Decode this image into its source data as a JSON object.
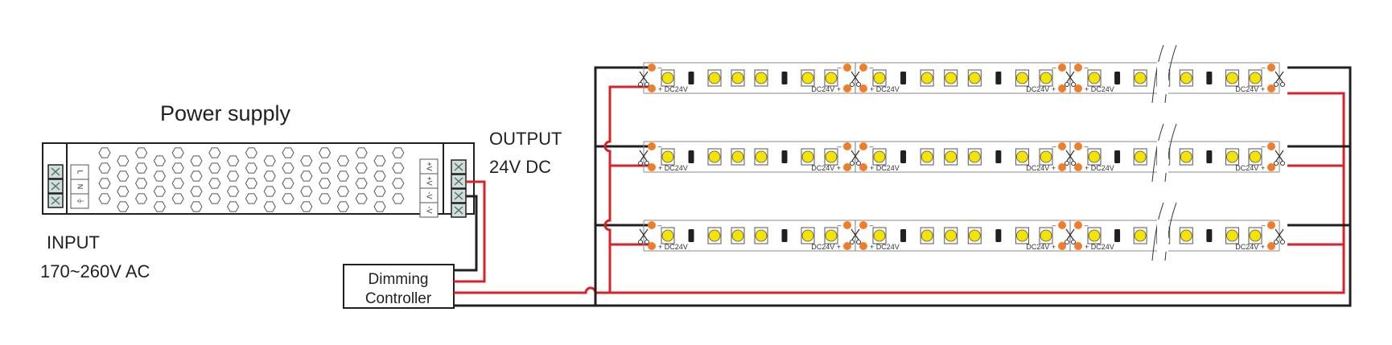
{
  "diagram": {
    "title": "LED strip dimming wiring diagram",
    "power_supply": {
      "title": "Power supply",
      "input_terminals": [
        "L",
        "N",
        "⏚"
      ],
      "output_terminals": [
        "+V",
        "+V",
        "-V",
        "-V"
      ]
    },
    "input": {
      "label": "INPUT",
      "spec": "170~260V AC"
    },
    "output": {
      "label": "OUTPUT",
      "spec": "24V DC"
    },
    "controller": {
      "line1": "Dimming",
      "line2": "Controller"
    },
    "strip": {
      "rows": 3,
      "segments_per_row": 3,
      "polarity_minus": "–",
      "polarity_plus": "+",
      "voltage_label": "DC24V",
      "cut_mark": "cut-point scissors"
    },
    "colors": {
      "positive_wire": "#d8222a",
      "negative_wire": "#231f20",
      "solder_pad": "#f07d2a",
      "led": "#f5e400",
      "outline": "#555555"
    }
  }
}
